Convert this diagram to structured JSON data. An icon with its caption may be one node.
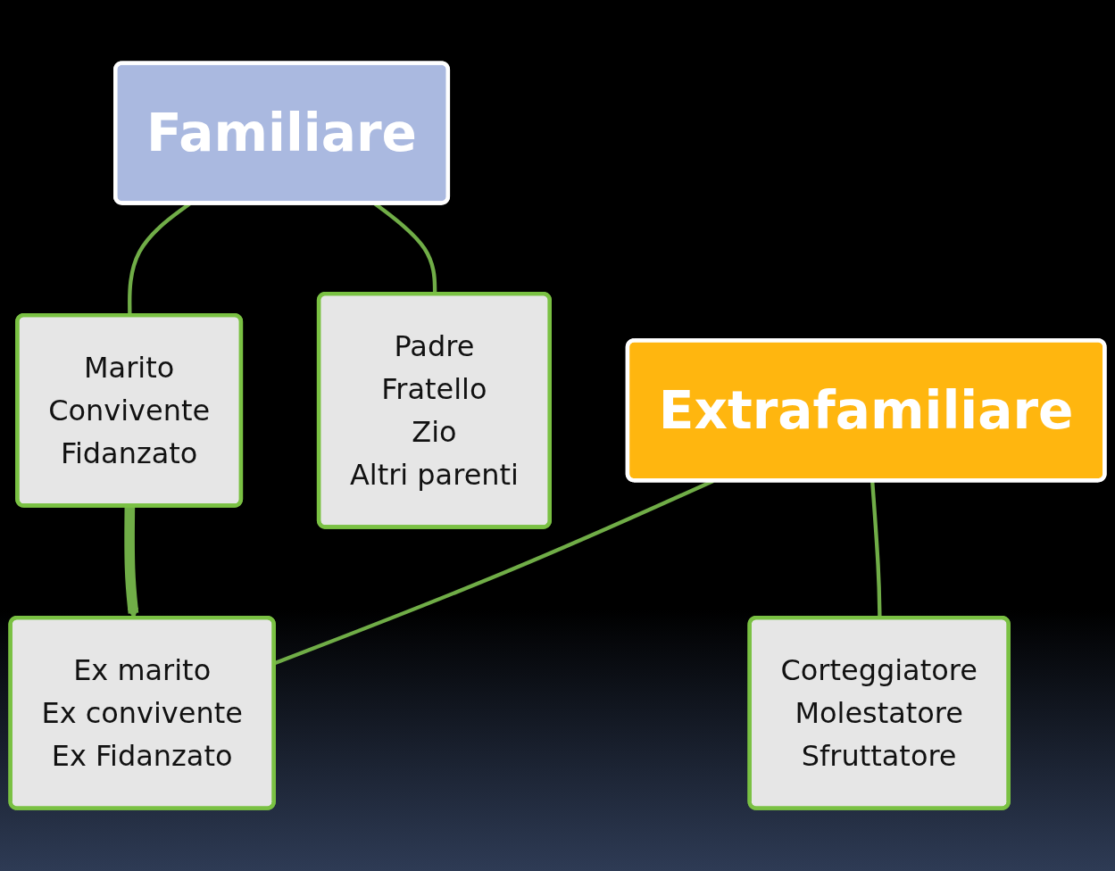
{
  "diagram": {
    "nodes": [
      {
        "text": [
          "Familiare"
        ]
      },
      {
        "text": [
          "Marito",
          "Convivente",
          "Fidanzato"
        ]
      },
      {
        "text": [
          "Padre",
          "Fratello",
          "Zio",
          "Altri parenti"
        ]
      },
      {
        "text": [
          "Extrafamiliare"
        ]
      },
      {
        "text": [
          "Ex marito",
          "Ex convivente",
          "Ex Fidanzato"
        ]
      },
      {
        "text": [
          "Corteggiatore",
          "Molestatore",
          "Sfruttatore"
        ]
      }
    ],
    "edges": [
      {
        "from": 0,
        "to": 1,
        "arrow": "none"
      },
      {
        "from": 0,
        "to": 2,
        "arrow": "none"
      },
      {
        "from": 3,
        "to": 4,
        "arrow": "none"
      },
      {
        "from": 3,
        "to": 5,
        "arrow": "none"
      },
      {
        "from": 1,
        "to": 4,
        "arrow": "to",
        "style": "thick"
      }
    ]
  }
}
